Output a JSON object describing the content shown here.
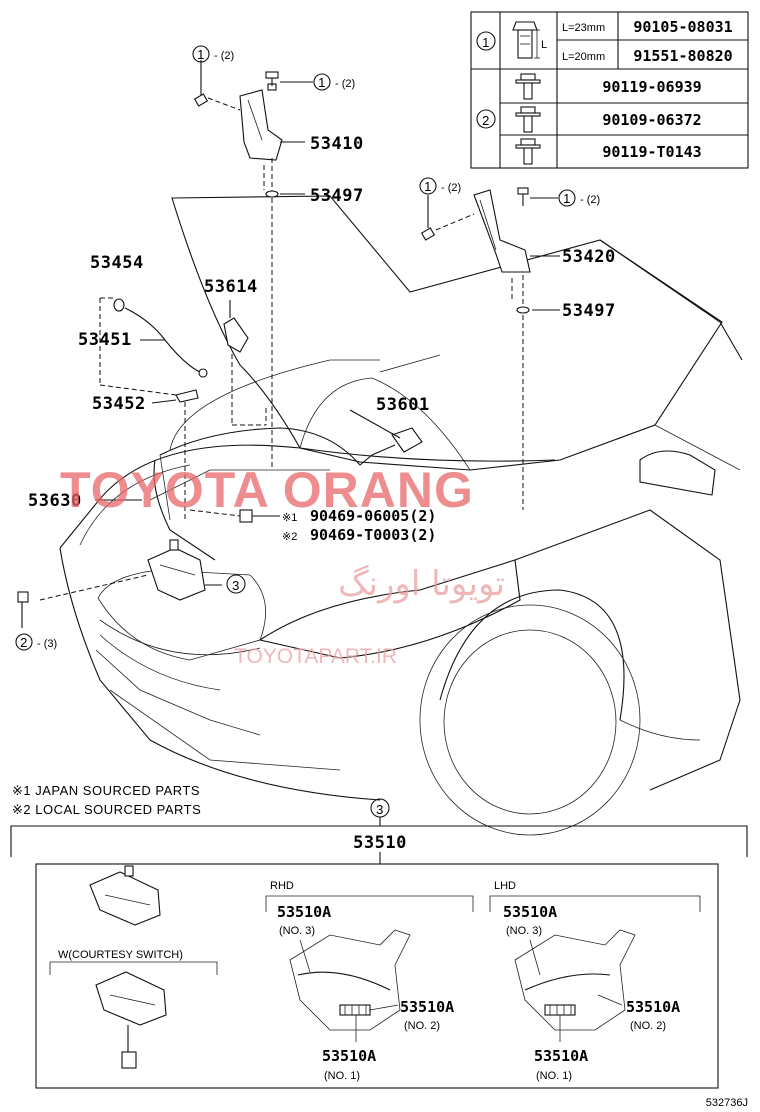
{
  "legend_table": {
    "row1": {
      "marker": "1",
      "lengths": [
        "L=23mm",
        "L=20mm"
      ],
      "dim_label": "L",
      "parts": [
        "90105-08031",
        "91551-80820"
      ]
    },
    "row2": {
      "marker": "2",
      "parts": [
        "90119-06939",
        "90109-06372",
        "90119-T0143"
      ]
    }
  },
  "callouts": {
    "hinge_left": "53410",
    "hinge_right": "53420",
    "washer_left": "53497",
    "washer_right": "53497",
    "cable_cover": "53454",
    "stay": "53451",
    "stay_holder": "53452",
    "release_handle": "53614",
    "release_cable": "53601",
    "lock_rod": "53630",
    "clip_japan": "90469-06005(2)",
    "clip_local": "90469-T0003(2)",
    "clip_japan_mark": "※1",
    "clip_local_mark": "※2"
  },
  "markers": {
    "m1": "1",
    "m2": "2",
    "m3": "3",
    "qty2": "- (2)",
    "qty3": "- (3)"
  },
  "footnotes": [
    "※1 JAPAN SOURCED PARTS",
    "※2 LOCAL SOURCED PARTS"
  ],
  "detail": {
    "section_marker": "3",
    "assembly": "53510",
    "courtesy": "W(COURTESY SWITCH)",
    "rhd": "RHD",
    "lhd": "LHD",
    "sub": "53510A",
    "no1": "(NO. 1)",
    "no2": "(NO. 2)",
    "no3": "(NO. 3)"
  },
  "watermarks": {
    "main": "TOYOTA ORANG",
    "farsi": "تویوتا اورنگ",
    "url": "TOYOTAPART.IR"
  },
  "illustration_code": "532736J"
}
